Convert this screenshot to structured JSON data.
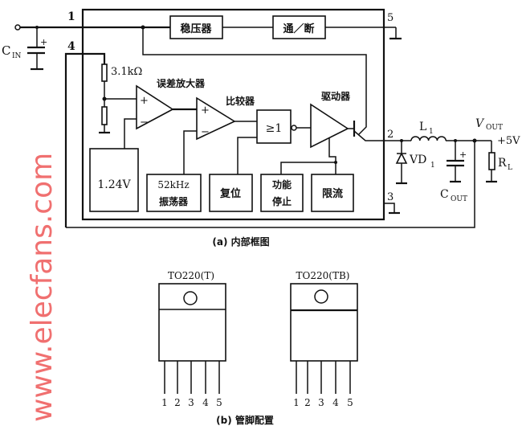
{
  "block_diagram": {
    "pins": {
      "p1": "1",
      "p2": "2",
      "p3": "3",
      "p4": "4",
      "p5": "5"
    },
    "blocks": {
      "regulator": "稳压器",
      "on_off": "通／断",
      "error_amp": "误差放大器",
      "comparator": "比较器",
      "or_gate": "≥1",
      "driver": "驱动器",
      "reference": "1.24V",
      "oscillator_freq": "52kHz",
      "oscillator": "振荡器",
      "reset": "复位",
      "shutdown_1": "功能",
      "shutdown_2": "停止",
      "current_limit": "限流"
    },
    "components": {
      "cin": "C",
      "cin_sub": "IN",
      "resistor": "3.1kΩ",
      "inductor": "L",
      "inductor_sub": "1",
      "diode": "VD",
      "diode_sub": "1",
      "cout": "C",
      "cout_sub": "OUT",
      "vout": "V",
      "vout_sub": "OUT",
      "vout_value": "+5V",
      "load": "R",
      "load_sub": "L",
      "plus": "+",
      "minus": "−"
    },
    "caption": "(a) 内部框图"
  },
  "pinout": {
    "packages": [
      {
        "name": "TO220(T)",
        "pins": [
          "1",
          "2",
          "3",
          "4",
          "5"
        ]
      },
      {
        "name": "TO220(TB)",
        "pins": [
          "1",
          "2",
          "3",
          "4",
          "5"
        ]
      }
    ],
    "caption": "(b) 管脚配置"
  },
  "watermark": "www.elecfans.com"
}
